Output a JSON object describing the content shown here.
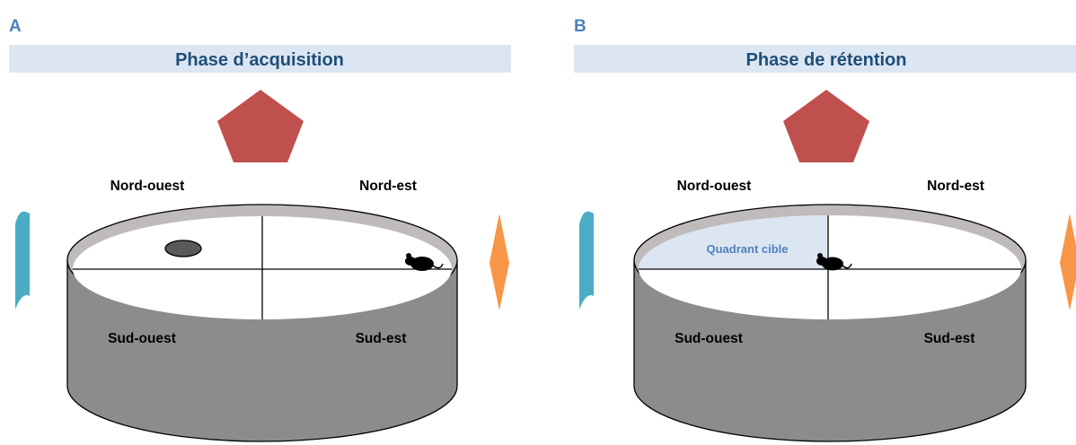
{
  "colors": {
    "letter": "#4f81bd",
    "title_text": "#1f4e79",
    "title_band": "#dce6f2",
    "pool_wall": "#8c8c8c",
    "pool_rim": "#bfbbbb",
    "water": "#ffffff",
    "target_quadrant": "#dce6f2",
    "target_label": "#4f81bd",
    "platform": "#595959",
    "cue_pentagon": "#c0504d",
    "cue_wave": "#4bacc6",
    "cue_diamond": "#f79646",
    "mouse": "#000000"
  },
  "panels": [
    {
      "letter": "A",
      "title": "Phase d’acquisition",
      "labels": {
        "north_west": "Nord-ouest",
        "north_east": "Nord-est",
        "south_west": "Sud-ouest",
        "south_east": "Sud-est"
      },
      "target_quadrant": "",
      "shows_platform": true,
      "mouse_location": "east edge, north-east quadrant",
      "cues": [
        "red pentagon (north)",
        "blue wave (west)",
        "orange diamond (east)"
      ]
    },
    {
      "letter": "B",
      "title": "Phase de rétention",
      "labels": {
        "north_west": "Nord-ouest",
        "north_east": "Nord-est",
        "south_west": "Sud-ouest",
        "south_east": "Sud-est"
      },
      "target_quadrant": "Quadrant cible",
      "shows_platform": false,
      "mouse_location": "pool center",
      "cues": [
        "red pentagon (north)",
        "blue wave (west)",
        "orange diamond (east)"
      ]
    }
  ]
}
